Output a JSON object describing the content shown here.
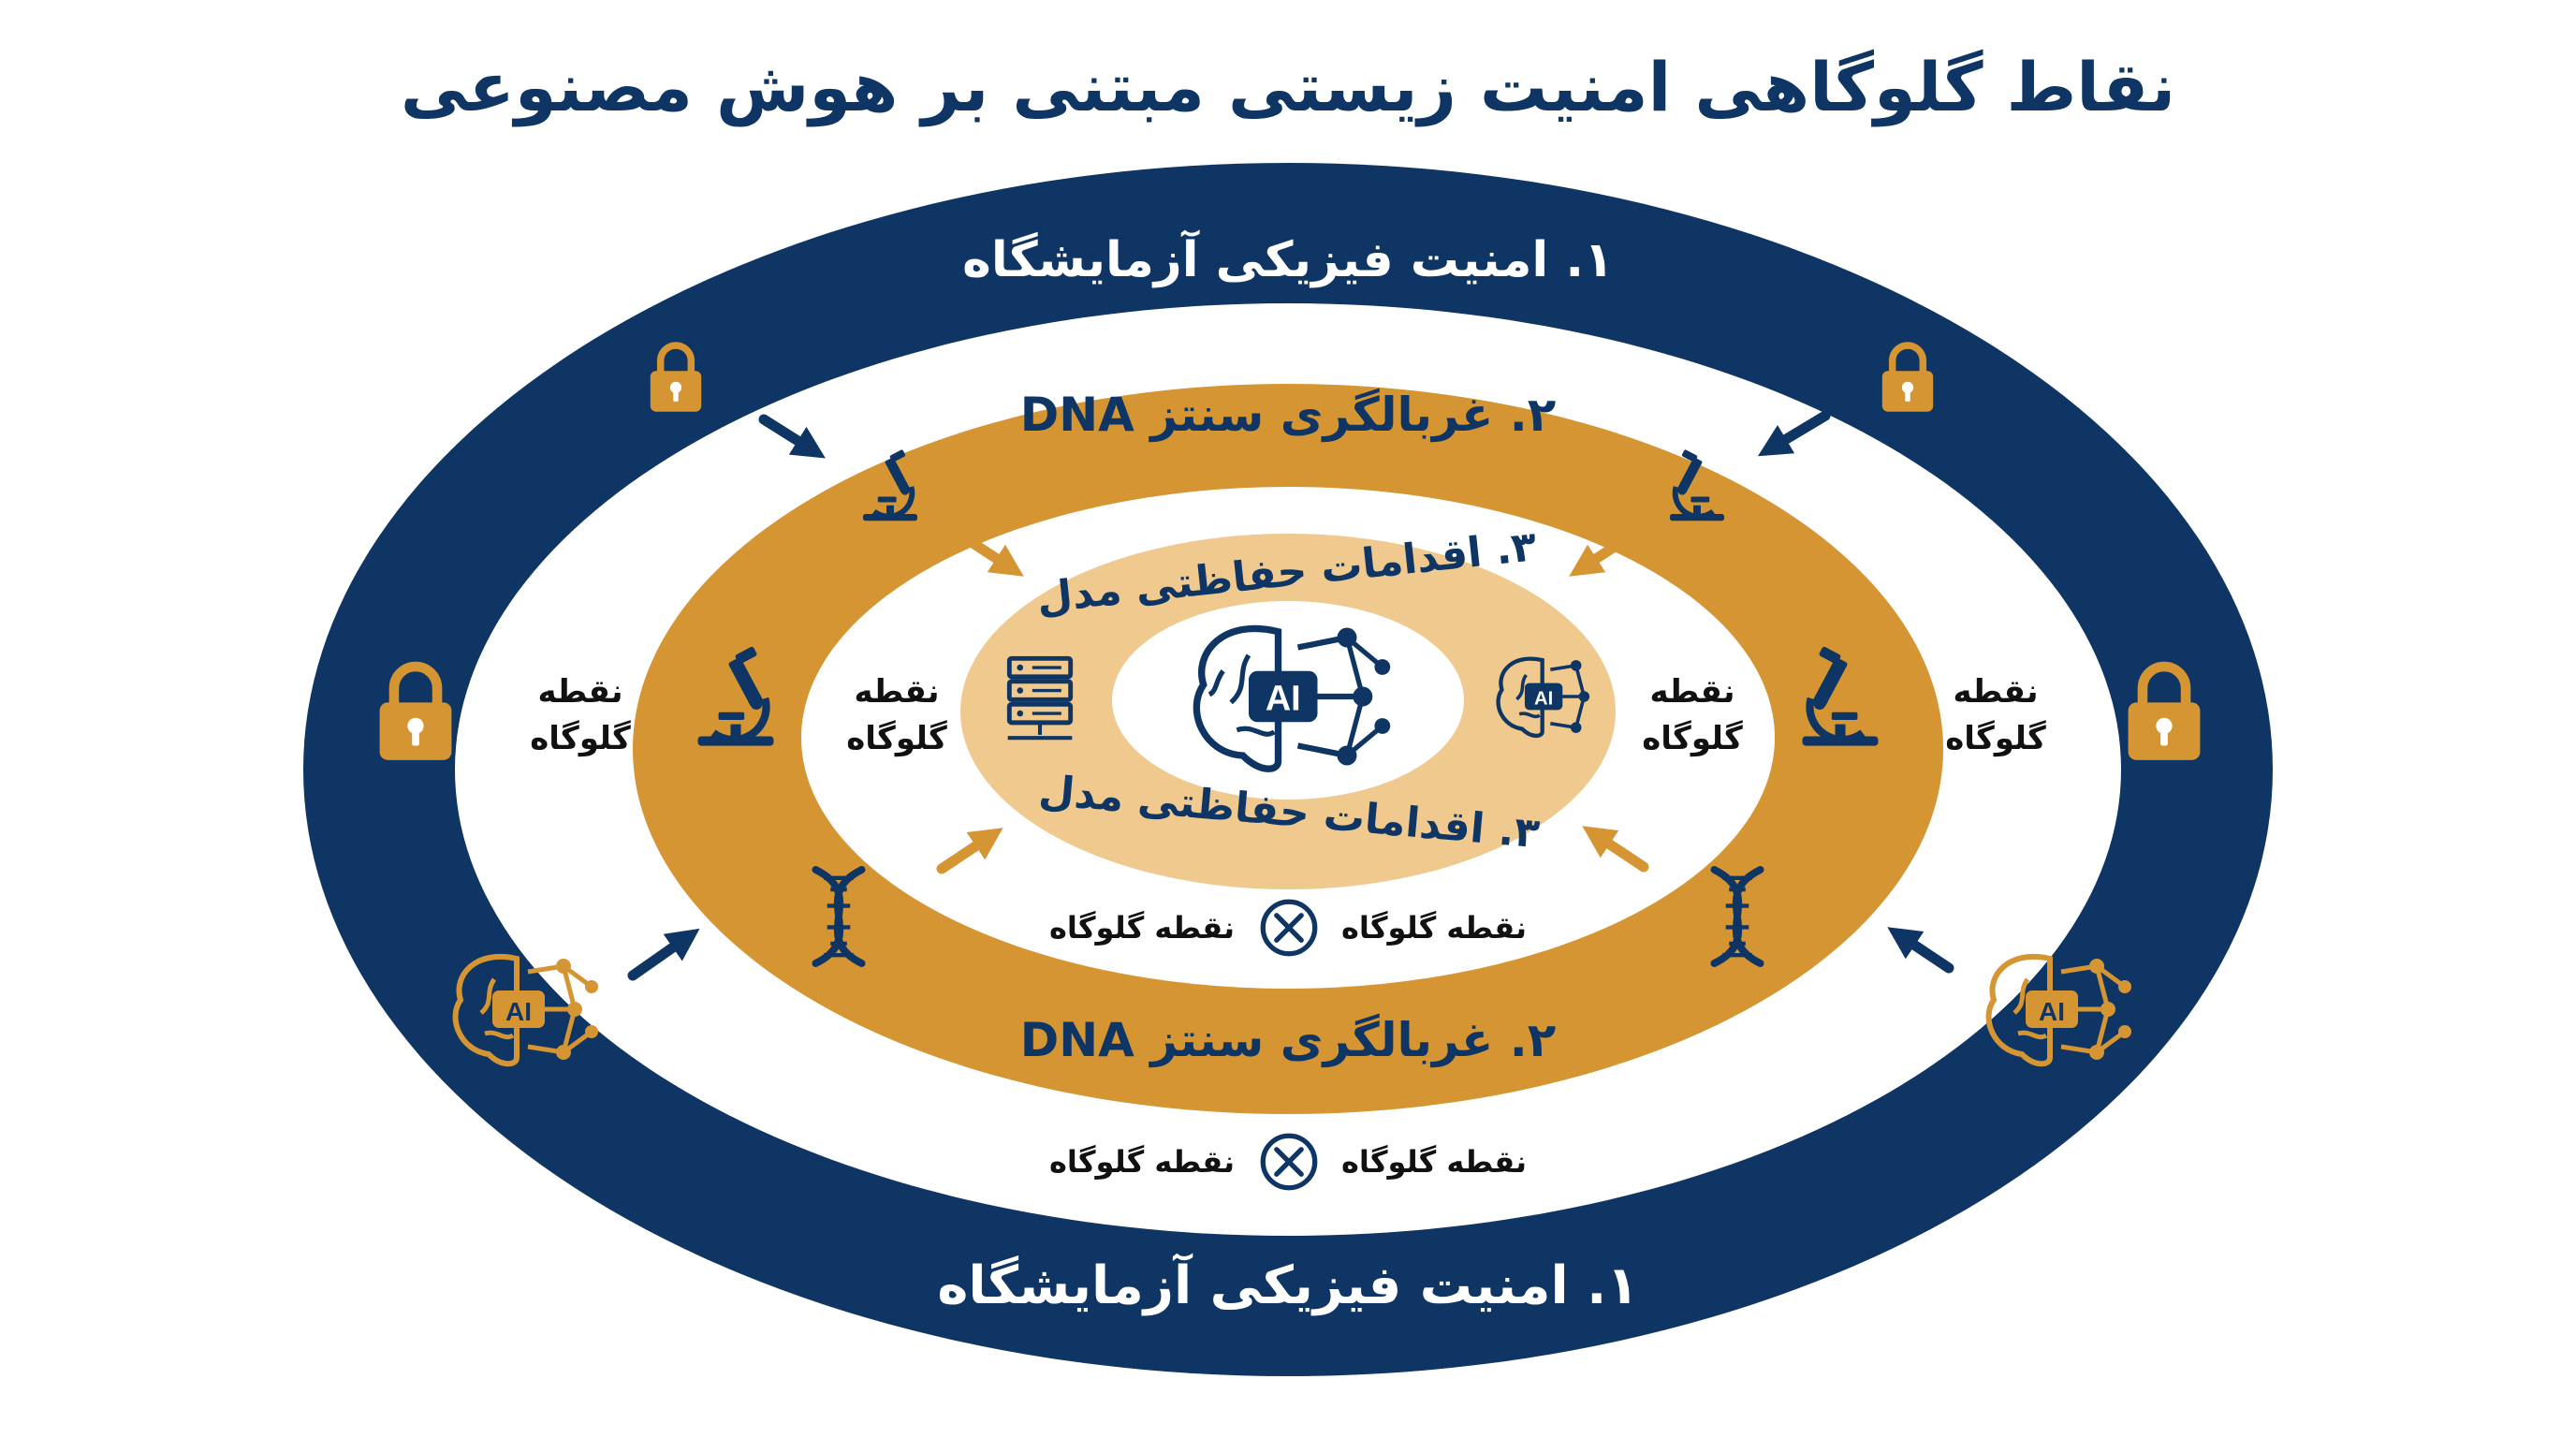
{
  "title": "نقاط گلوگاهی امنیت زیستی مبتنی بر هوش مصنوعی",
  "rings": {
    "outer_label": "۱. امنیت فیزیکی آزمایشگاه",
    "middle_label": "۲. غربالگری سنتز DNA",
    "inner_label": "۳. اقدامات حفاظتی مدل"
  },
  "checkpoint": {
    "word1": "نقطه",
    "word2": "گلوگاه",
    "full": "نقطه گلوگاه"
  },
  "icons": {
    "ai_text": "AI",
    "outer_ring": [
      "lock-icon",
      "ai-brain-icon"
    ],
    "middle_ring": [
      "microscope-icon",
      "dna-icon"
    ],
    "inner_ring": [
      "server-icon",
      "ai-brain-icon"
    ],
    "marker": "x-circle-icon"
  },
  "colors": {
    "navy": "#0E3563",
    "gold": "#D69533",
    "light_gold": "#EFC98E",
    "white": "#FFFFFF"
  }
}
